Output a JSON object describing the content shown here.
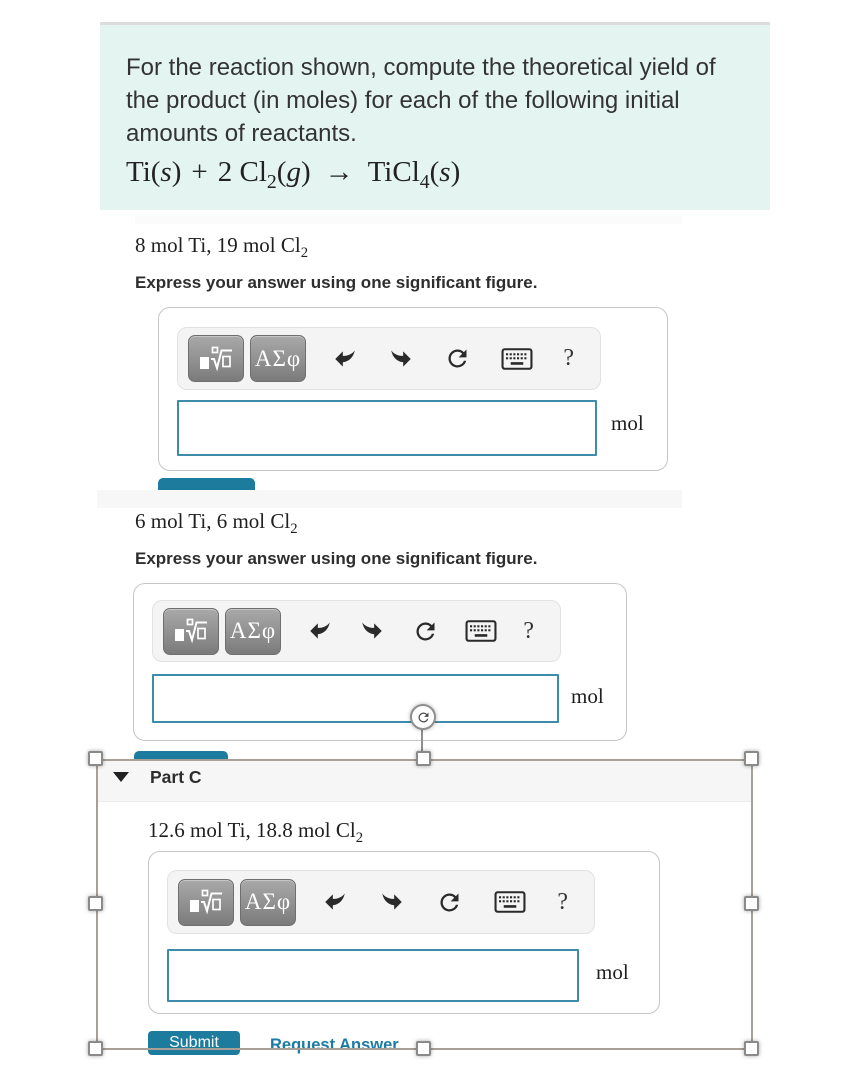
{
  "intro": {
    "text": "For the reaction shown, compute the theoretical yield of the product (in moles) for each of the following initial amounts of reactants.",
    "equation": {
      "seg1": "Ti(",
      "it1": "s",
      "seg2": ")",
      "plus": "+",
      "seg3": "2 Cl",
      "sub1": "2",
      "seg4": "(",
      "it2": "g",
      "seg5": ")",
      "arrow": "→",
      "seg6": "TiCl",
      "sub2": "4",
      "seg7": "(",
      "it3": "s",
      "seg8": ")"
    }
  },
  "instruction": "Express your answer using one significant figure.",
  "unit": "mol",
  "toolbar": {
    "template_icon": "math-template-icon",
    "greek_label": "ΑΣφ",
    "undo_icon": "undo-icon",
    "redo_icon": "redo-icon",
    "reset_icon": "reset-icon",
    "keyboard_icon": "keyboard-icon",
    "help_label": "?"
  },
  "parts": [
    {
      "qty_main": "8 mol Ti, 19 mol Cl",
      "qty_sub": "2"
    },
    {
      "qty_main": "6 mol Ti, 6 mol Cl",
      "qty_sub": "2"
    },
    {
      "qty_main": "12.6 mol Ti, 18.8 mol Cl",
      "qty_sub": "2"
    }
  ],
  "part_c": {
    "label": "Part C"
  },
  "actions": {
    "submit": "Submit",
    "request_answer": "Request Answer"
  },
  "answer_fields": {
    "a_value": "",
    "b_value": "",
    "c_value": ""
  },
  "colors": {
    "accent": "#1d7c9e",
    "link": "#1a7ba4",
    "input_border": "#3e8cab",
    "intro_bg": "#e4f4f1",
    "selection": "#a89f96"
  }
}
